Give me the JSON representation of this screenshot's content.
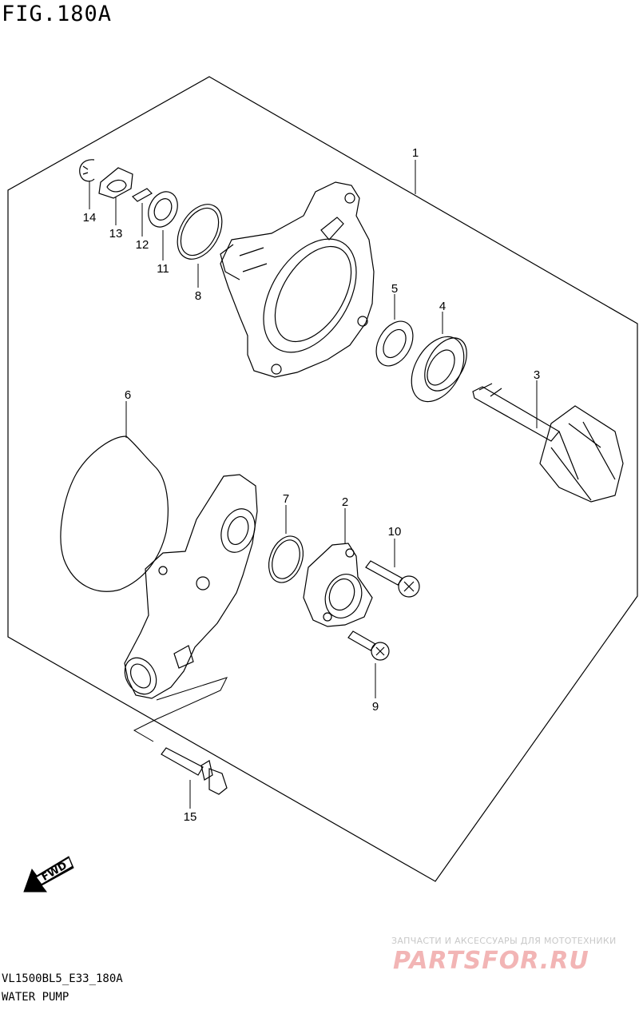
{
  "figure": {
    "title": "FIG.180A"
  },
  "callouts": [
    "1",
    "2",
    "3",
    "4",
    "5",
    "6",
    "7",
    "8",
    "9",
    "10",
    "11",
    "12",
    "13",
    "14",
    "15"
  ],
  "fwd_label": "FWD",
  "footer": {
    "model_code": "VL1500BL5_E33_180A",
    "section_name": "WATER PUMP"
  },
  "watermark": {
    "tagline": "ЗАПЧАСТИ И АКСЕССУАРЫ ДЛЯ МОТОТЕХНИКИ",
    "logo": "PARTSFOR.RU"
  }
}
